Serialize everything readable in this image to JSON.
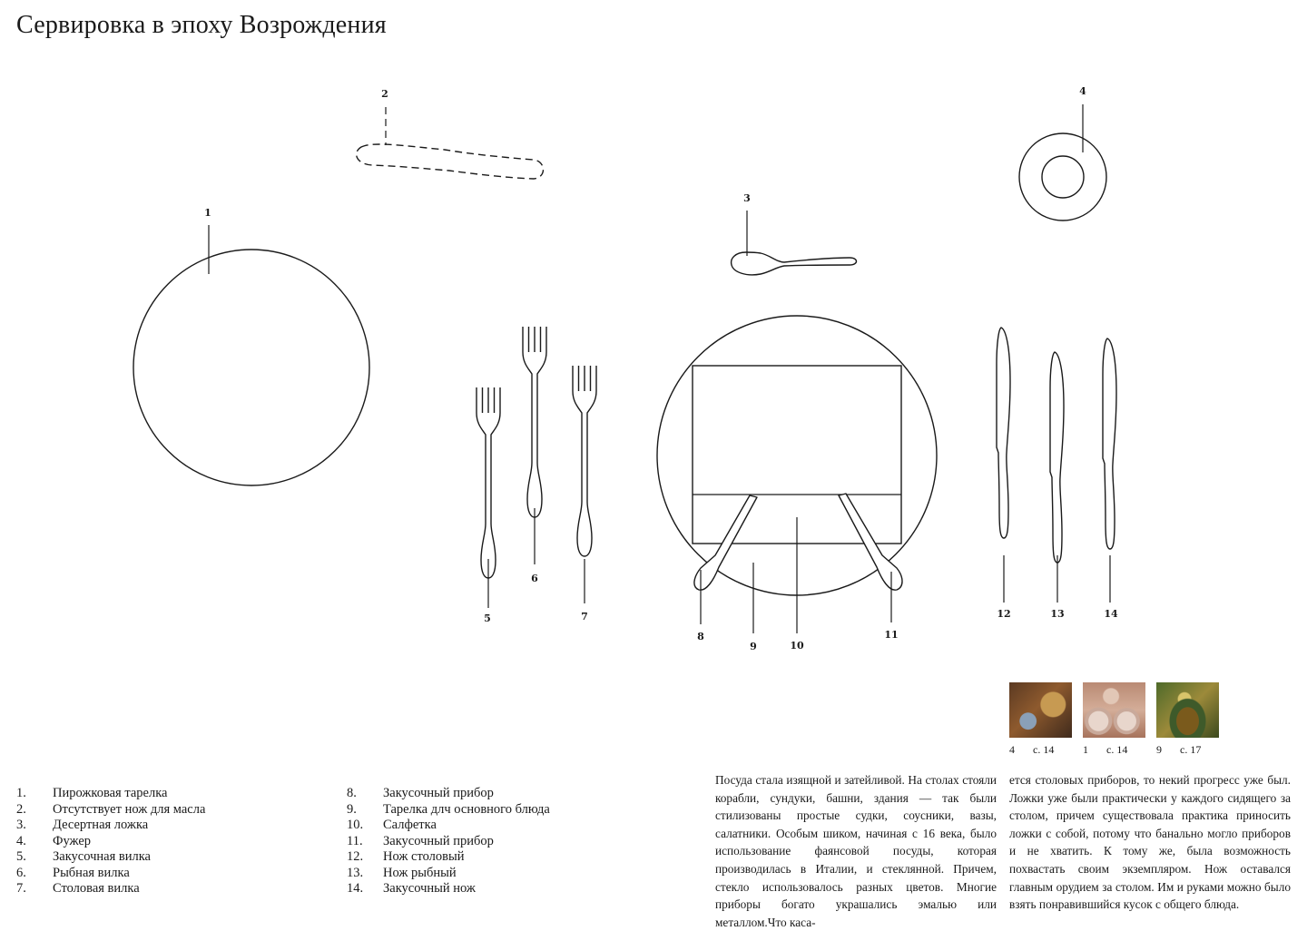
{
  "title": "Сервировка в эпоху Возрождения",
  "callouts": [
    "1",
    "2",
    "3",
    "4",
    "5",
    "6",
    "7",
    "8",
    "9",
    "10",
    "11",
    "12",
    "13",
    "14"
  ],
  "thumbnails": [
    {
      "num": "4",
      "page": "с. 14"
    },
    {
      "num": "1",
      "page": "с. 14"
    },
    {
      "num": "9",
      "page": "с. 17"
    }
  ],
  "legend_left": [
    {
      "num": "1.",
      "label": "Пирожковая тарелка"
    },
    {
      "num": "2.",
      "label": "Отсутствует нож для масла"
    },
    {
      "num": "3.",
      "label": "Десертная ложка"
    },
    {
      "num": "4.",
      "label": "Фужер"
    },
    {
      "num": "5.",
      "label": "Закусочная вилка"
    },
    {
      "num": "6.",
      "label": "Рыбная вилка"
    },
    {
      "num": "7.",
      "label": "Столовая вилка"
    }
  ],
  "legend_right": [
    {
      "num": "8.",
      "label": "Закусочный прибор"
    },
    {
      "num": "9.",
      "label": "Тарелка длч основного блюда"
    },
    {
      "num": "10.",
      "label": "Салфетка"
    },
    {
      "num": "11.",
      "label": "Закусочный прибор"
    },
    {
      "num": "12.",
      "label": "Нож столовый"
    },
    {
      "num": "13.",
      "label": "Нож рыбный"
    },
    {
      "num": "14.",
      "label": "Закусочный нож"
    }
  ],
  "text_col1": "Посуда стала изящной и затейливой. На столах стояли корабли, сундуки, башни, здания — так были стилизованы простые судки, соусники, вазы, салатники. Особым шиком, начиная с 16 века, было использование фаянсовой посуды, которая производилась в Италии, и стеклянной. Причем, стекло использовалось разных цветов. Многие приборы богато украшались эмалью или металлом.Что каса-",
  "text_col2": "ется столовых приборов, то некий прогресс уже был. Ложки уже были практически у каждого сидящего за столом, причем существовала практика приносить ложки с собой, потому что банально могло приборов и не хватить. К тому же, была возможность похвастать своим экземпляром. Нож оставался главным орудием за столом. Им и руками можно было взять понравившийся кусок с общего блюда."
}
